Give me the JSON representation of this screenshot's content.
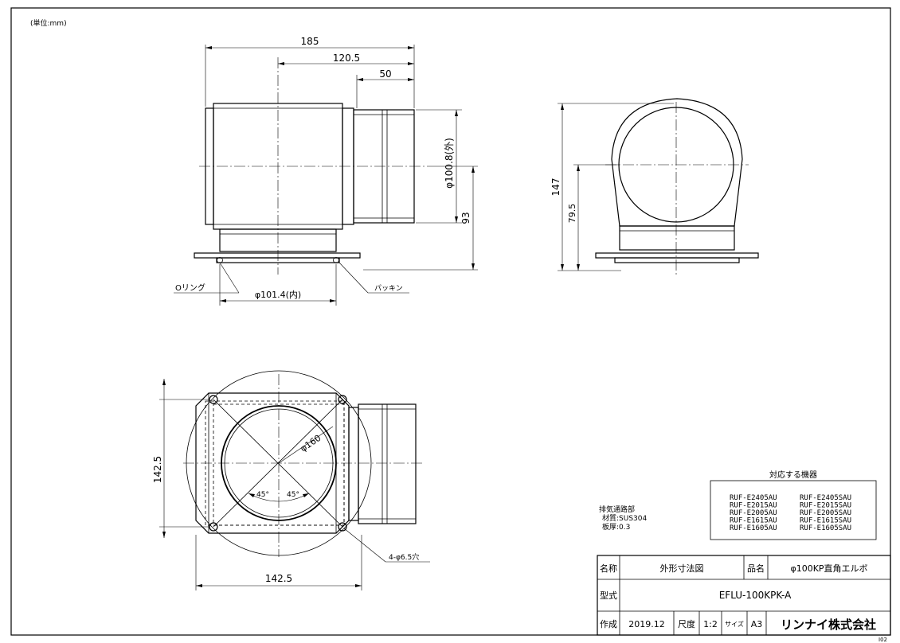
{
  "unit_note": "(単位:mm)",
  "front_view": {
    "dim_185": "185",
    "dim_120_5": "120.5",
    "dim_50": "50",
    "dim_outer_dia": "φ100.8(外)",
    "dim_93": "93",
    "dim_inner_dia": "φ101.4(内)",
    "label_oring": "Oリング",
    "label_packing": "パッキン"
  },
  "side_view": {
    "dim_147": "147",
    "dim_79_5": "79.5"
  },
  "top_view": {
    "dim_dia160": "φ160",
    "dim_angle_left": "45°",
    "dim_angle_right": "45°",
    "dim_142_5_v": "142.5",
    "dim_142_5_h": "142.5",
    "hole_note": "4-φ6.5穴"
  },
  "material_note": {
    "title": "排気通路部",
    "material": "材質:SUS304",
    "thickness": "板厚:0.3"
  },
  "compatible": {
    "title": "対応する機器",
    "col1": [
      "RUF-E2405AU",
      "RUF-E2015AU",
      "RUF-E2005AU",
      "RUF-E1615AU",
      "RUF-E1605AU"
    ],
    "col2": [
      "RUF-E2405SAU",
      "RUF-E2015SAU",
      "RUF-E2005SAU",
      "RUF-E1615SAU",
      "RUF-E1605SAU"
    ]
  },
  "title_block": {
    "name_label": "名称",
    "name_value": "外形寸法図",
    "product_label": "品名",
    "product_value": "φ100KP直角エルボ",
    "model_label": "型式",
    "model_value": "EFLU-100KPK-A",
    "created_label": "作成",
    "created_value": "2019.12",
    "scale_label": "尺度",
    "scale_value": "1:2",
    "size_label": "サイズ",
    "size_value": "A3",
    "company": "リンナイ株式会社",
    "corner_code": "I02"
  }
}
